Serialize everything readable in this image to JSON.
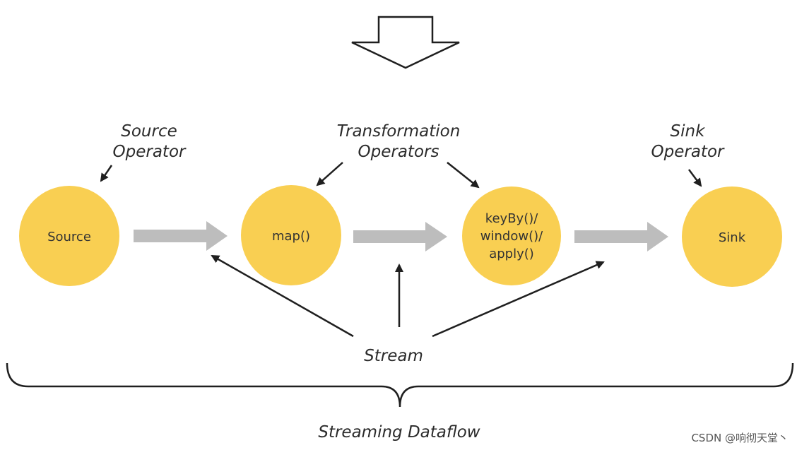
{
  "labels": {
    "source_operator_1": "Source",
    "source_operator_2": "Operator",
    "transformation_operators_1": "Transformation",
    "transformation_operators_2": "Operators",
    "sink_operator_1": "Sink",
    "sink_operator_2": "Operator",
    "stream": "Stream",
    "streaming_dataflow": "Streaming Dataflow"
  },
  "nodes": {
    "source": "Source",
    "map": "map()",
    "keyby_1": "keyBy()/",
    "keyby_2": "window()/",
    "keyby_3": "apply()",
    "sink": "Sink"
  },
  "watermark": "CSDN @响彻天堂丶",
  "colors": {
    "node_fill": "#f9cf52",
    "flow_arrow": "#bdbdbd",
    "stroke": "#1f1f1f"
  }
}
